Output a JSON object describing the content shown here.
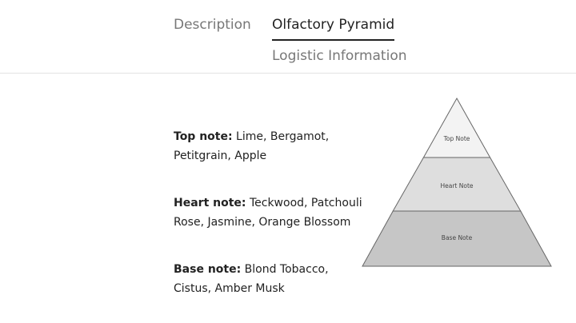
{
  "tabs": {
    "description": "Description",
    "olfactory": "Olfactory Pyramid",
    "logistic": "Logistic Information"
  },
  "notes": {
    "top": {
      "label": "Top note:",
      "value": "Lime, Bergamot, Petitgrain, Apple"
    },
    "heart": {
      "label": "Heart note:",
      "value": "Teckwood, Patchouli Rose, Jasmine, Orange Blossom"
    },
    "base": {
      "label": "Base note:",
      "value": "Blond Tobacco, Cistus, Amber Musk"
    }
  },
  "pyramid": {
    "top_label": "Top Note",
    "heart_label": "Heart Note",
    "base_label": "Base Note",
    "colors": {
      "top": "#f3f3f3",
      "heart": "#dedede",
      "base": "#c6c6c6",
      "stroke": "#666666"
    }
  }
}
